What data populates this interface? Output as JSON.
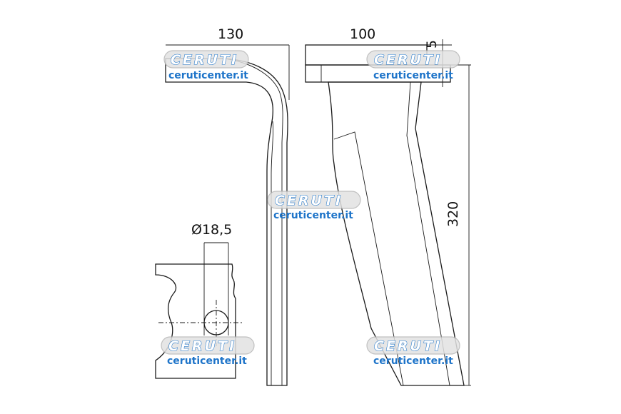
{
  "dimensions": {
    "width_side": "130",
    "width_front": "100",
    "thickness": "5",
    "height": "320",
    "hole_diameter": "Ø18,5"
  },
  "watermark": {
    "logo": "CERUTI",
    "url": "ceruticenter.it",
    "color": "#1e74c9"
  }
}
